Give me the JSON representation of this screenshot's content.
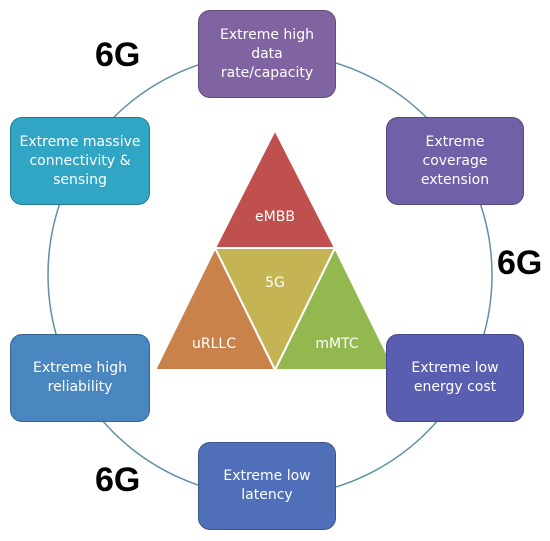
{
  "diagram": {
    "title": "",
    "center": {
      "core_label": "5G",
      "top_label": "eMBB",
      "left_label": "uRLLC",
      "right_label": "mMTC"
    },
    "outer_label": "6G",
    "boxes": [
      {
        "id": "data-rate",
        "line1": "Extreme high",
        "line2": "data",
        "line3": "rate/capacity"
      },
      {
        "id": "coverage",
        "line1": "Extreme",
        "line2": "coverage",
        "line3": "extension"
      },
      {
        "id": "energy",
        "line1": "Extreme low",
        "line2": "energy cost",
        "line3": ""
      },
      {
        "id": "latency",
        "line1": "Extreme low",
        "line2": "latency",
        "line3": ""
      },
      {
        "id": "reliability",
        "line1": "Extreme high",
        "line2": "reliability",
        "line3": ""
      },
      {
        "id": "connectivity",
        "line1": "Extreme massive",
        "line2": "connectivity &",
        "line3": "sensing"
      }
    ],
    "colors": {
      "embb": "#c0504d",
      "core": "#c4b454",
      "urllc": "#c8824a",
      "mmtc": "#93b84f",
      "box_data_rate": "#8064a2",
      "box_coverage": "#7060a8",
      "box_energy": "#5a5eb0",
      "box_latency": "#4f70b8",
      "box_reliability": "#4a86bf",
      "box_connectivity": "#31a6c4",
      "ring": "#5f8fa6"
    }
  }
}
